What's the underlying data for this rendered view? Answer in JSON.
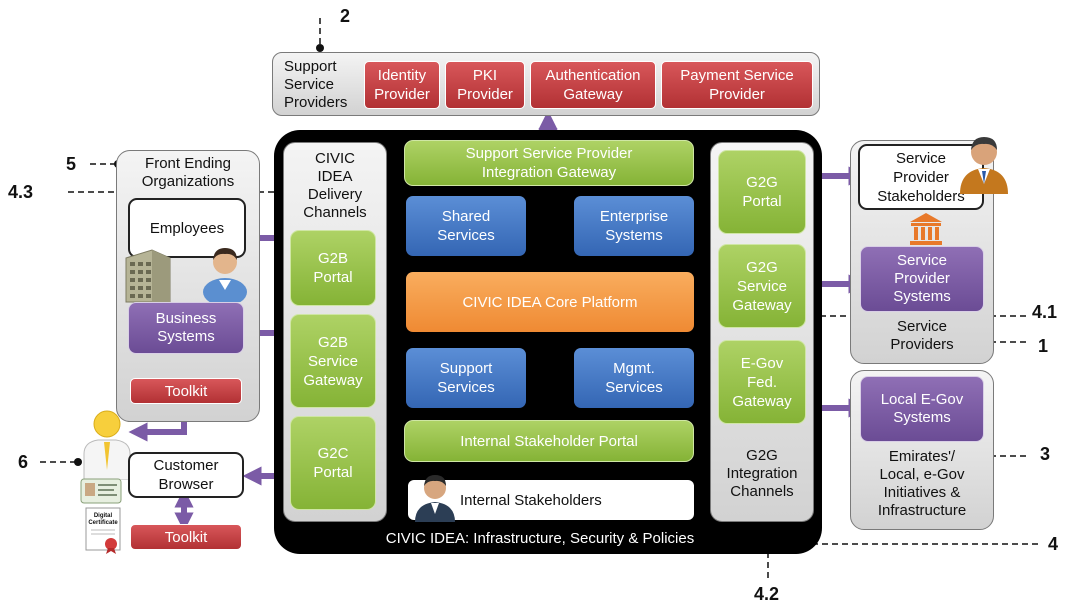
{
  "support_providers": {
    "label": [
      "Support",
      "Service",
      "Providers"
    ],
    "boxes": [
      [
        "Identity",
        "Provider"
      ],
      [
        "PKI",
        "Provider"
      ],
      [
        "Authentication",
        "Gateway"
      ],
      [
        "Payment Service",
        "Provider"
      ]
    ]
  },
  "front_end": {
    "label": [
      "Front Ending",
      "Organizations"
    ],
    "employees": "Employees",
    "business_systems": [
      "Business",
      "Systems"
    ],
    "toolkit": "Toolkit"
  },
  "delivery_channels": {
    "label": [
      "CIVIC",
      "IDEA",
      "Delivery",
      "Channels"
    ],
    "g2b_portal": [
      "G2B",
      "Portal"
    ],
    "g2b_gateway": [
      "G2B",
      "Service",
      "Gateway"
    ],
    "g2c_portal": [
      "G2C",
      "Portal"
    ]
  },
  "core": {
    "ssp_gateway": [
      "Support Service Provider",
      "Integration Gateway"
    ],
    "shared_services": [
      "Shared",
      "Services"
    ],
    "enterprise_systems": [
      "Enterprise",
      "Systems"
    ],
    "core_platform": "CIVIC IDEA Core Platform",
    "support_services": [
      "Support",
      "Services"
    ],
    "mgmt_services": [
      "Mgmt.",
      "Services"
    ],
    "internal_portal": "Internal Stakeholder Portal",
    "internal_stakeholders": "Internal Stakeholders",
    "footer": "CIVIC IDEA: Infrastructure, Security & Policies"
  },
  "g2g": {
    "portal": [
      "G2G",
      "Portal"
    ],
    "gateway": [
      "G2G",
      "Service",
      "Gateway"
    ],
    "egov_gateway": [
      "E-Gov",
      "Fed.",
      "Gateway"
    ],
    "label": [
      "G2G",
      "Integration",
      "Channels"
    ]
  },
  "service_providers": {
    "stakeholders": [
      "Service",
      "Provider",
      "Stakeholders"
    ],
    "systems": [
      "Service",
      "Provider",
      "Systems"
    ],
    "label": [
      "Service",
      "Providers"
    ]
  },
  "local_egov": {
    "systems": [
      "Local E-Gov",
      "Systems"
    ],
    "label": [
      "Emirates'/",
      "Local, e-Gov",
      "Initiatives &",
      "Infrastructure"
    ]
  },
  "customer": {
    "browser": [
      "Customer",
      "Browser"
    ],
    "toolkit": "Toolkit",
    "certificate": [
      "Digital",
      "Certificate"
    ]
  },
  "callouts": {
    "c1": "1",
    "c2": "2",
    "c3": "3",
    "c4": "4",
    "c41": "4.1",
    "c42": "4.2",
    "c43": "4.3",
    "c5": "5",
    "c6": "6"
  },
  "colors": {
    "red": "#c2403f",
    "green": "#97c14c",
    "blue": "#4577c4",
    "purple": "#7a5ba3",
    "orange": "#f59a45",
    "arrow": "#7b5ba6"
  }
}
